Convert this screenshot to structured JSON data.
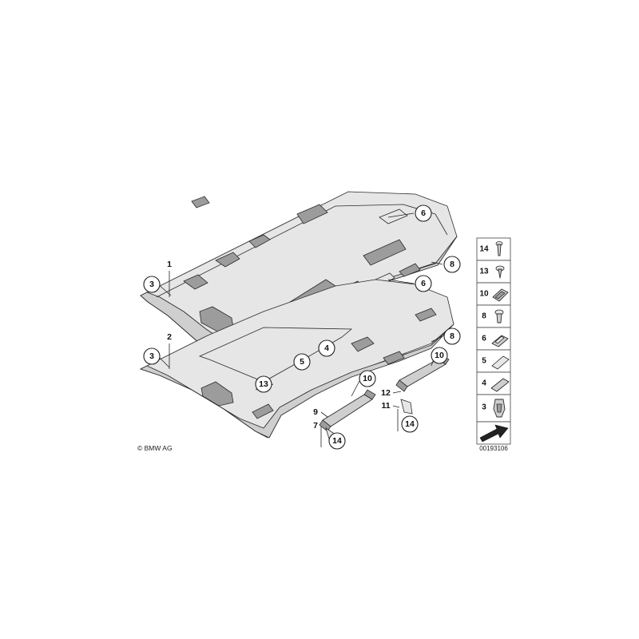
{
  "callouts_upper": [
    {
      "id": "c1",
      "label": "1",
      "circled": false
    },
    {
      "id": "c3a",
      "label": "3",
      "circled": true
    },
    {
      "id": "c6a",
      "label": "6",
      "circled": true
    },
    {
      "id": "c8a",
      "label": "8",
      "circled": true
    },
    {
      "id": "c6b",
      "label": "6",
      "circled": true
    }
  ],
  "callouts_lower": [
    {
      "id": "c2",
      "label": "2",
      "circled": false
    },
    {
      "id": "c3b",
      "label": "3",
      "circled": true
    },
    {
      "id": "c8b",
      "label": "8",
      "circled": true
    },
    {
      "id": "c4",
      "label": "4",
      "circled": true
    },
    {
      "id": "c5",
      "label": "5",
      "circled": true
    },
    {
      "id": "c13",
      "label": "13",
      "circled": true
    }
  ],
  "callouts_handles": [
    {
      "id": "c10a",
      "label": "10",
      "circled": true
    },
    {
      "id": "c9",
      "label": "9",
      "circled": false
    },
    {
      "id": "c7",
      "label": "7",
      "circled": false
    },
    {
      "id": "c14a",
      "label": "14",
      "circled": true
    },
    {
      "id": "c10b",
      "label": "10",
      "circled": true
    },
    {
      "id": "c12",
      "label": "12",
      "circled": false
    },
    {
      "id": "c11",
      "label": "11",
      "circled": false
    },
    {
      "id": "c14b",
      "label": "14",
      "circled": true
    }
  ],
  "legend": {
    "items": [
      "14",
      "13",
      "10",
      "8",
      "6",
      "5",
      "4",
      "3"
    ],
    "diagram_number": "00193106"
  },
  "copyright": "© BMW AG"
}
